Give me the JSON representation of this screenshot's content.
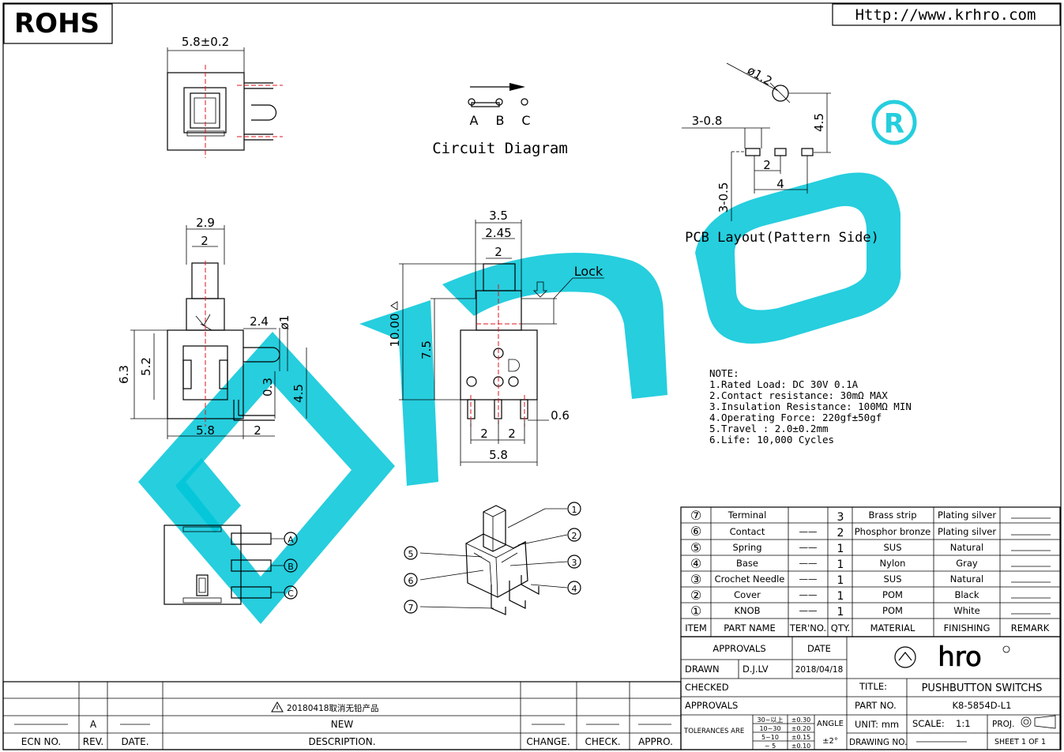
{
  "header": {
    "rohs": "ROHS",
    "website": "Http://www.krhro.com"
  },
  "circuit": {
    "title": "Circuit  Diagram",
    "a": "A",
    "b": "B",
    "c": "C"
  },
  "pcb": {
    "title": "PCB  Layout(Pattern  Side)",
    "dims": {
      "hole": "ø1.2",
      "pitch_pad": "3-0.8",
      "h45": "4.5",
      "d2": "2",
      "d4": "4",
      "pad05": "3-0.5"
    }
  },
  "top_view": {
    "width": "5.8±0.2"
  },
  "side_view": {
    "d29": "2.9",
    "d2a": "2",
    "d24": "2.4",
    "d1": "ø1",
    "d63": "6.3",
    "d52": "5.2",
    "d03": "0.3",
    "d45": "4.5",
    "d58": "5.8",
    "d2b": "2"
  },
  "front_view": {
    "d35": "3.5",
    "d245": "2.45",
    "d2": "2",
    "lock": "Lock",
    "d10": "10.00",
    "d75": "7.5",
    "d06": "0.6",
    "p2a": "2",
    "p2b": "2",
    "d58": "5.8"
  },
  "pins": {
    "a": "A",
    "b": "B",
    "c": "C"
  },
  "callouts": [
    "1",
    "2",
    "3",
    "4",
    "5",
    "6",
    "7"
  ],
  "notes": {
    "heading": "NOTE:",
    "lines": [
      "1.Rated  Load:  DC  30V  0.1A",
      "2.Contact  resistance:  30mΩ  MAX",
      "3.Insulation  Resistance:  100MΩ  MIN",
      "4.Operating  Force:  220gf±50gf",
      "5.Travel  :  2.0±0.2mm",
      "6.Life:  10,000  Cycles"
    ]
  },
  "bom": {
    "rows": [
      {
        "no": "⑦",
        "part": "Terminal",
        "ter": "",
        "qty": "3",
        "material": "Brass strip",
        "finishing": "Plating silver"
      },
      {
        "no": "⑥",
        "part": "Contact",
        "ter": "——",
        "qty": "2",
        "material": "Phosphor bronze",
        "finishing": "Plating silver"
      },
      {
        "no": "⑤",
        "part": "Spring",
        "ter": "——",
        "qty": "1",
        "material": "SUS",
        "finishing": "Natural"
      },
      {
        "no": "④",
        "part": "Base",
        "ter": "——",
        "qty": "1",
        "material": "Nylon",
        "finishing": "Gray"
      },
      {
        "no": "③",
        "part": "Crochet Needle",
        "ter": "——",
        "qty": "1",
        "material": "SUS",
        "finishing": "Natural"
      },
      {
        "no": "②",
        "part": "Cover",
        "ter": "——",
        "qty": "1",
        "material": "POM",
        "finishing": "Black"
      },
      {
        "no": "①",
        "part": "KNOB",
        "ter": "——",
        "qty": "1",
        "material": "POM",
        "finishing": "White"
      }
    ],
    "header": {
      "item": "ITEM",
      "part": "PART  NAME",
      "ter": "TER'NO.",
      "qty": "QTY.",
      "material": "MATERIAL",
      "finishing": "FINISHING",
      "remark": "REMARK"
    }
  },
  "title_block": {
    "approvals_hdr": "APPROVALS",
    "date_hdr": "DATE",
    "drawn": "DRAWN",
    "drawn_by": "D.J.LV",
    "drawn_date": "2018/04/18",
    "checked": "CHECKED",
    "approvals": "APPROVALS",
    "title_lbl": "TITLE:",
    "title_val": "PUSHBUTTON  SWITCHS",
    "part_lbl": "PART  NO.",
    "part_val": "K8-5854D-L1",
    "unit": "UNIT:  mm",
    "scale_lbl": "SCALE:",
    "scale_val": "1:1",
    "proj": "PROJ.",
    "drawing_no": "DRAWING  NO.",
    "sheet": "SHEET   1  OF  1",
    "tolerances": "TOLERANCES  ARE",
    "tol_rows": [
      [
        "30~以上",
        "±0.30"
      ],
      [
        "10~30",
        "±0.20"
      ],
      [
        "5~10",
        "±0.15"
      ],
      [
        "~ 5",
        "±0.10"
      ]
    ],
    "angle": "ANGLE",
    "angle_val": "±2°",
    "logo": "hro"
  },
  "rev_block": {
    "note": "20180418取消无铅产品",
    "rev": "A",
    "new": "NEW",
    "headers": [
      "ECN  NO.",
      "REV.",
      "DATE.",
      "DESCRIPTION.",
      "CHANGE.",
      "CHECK.",
      "APPRO."
    ]
  }
}
